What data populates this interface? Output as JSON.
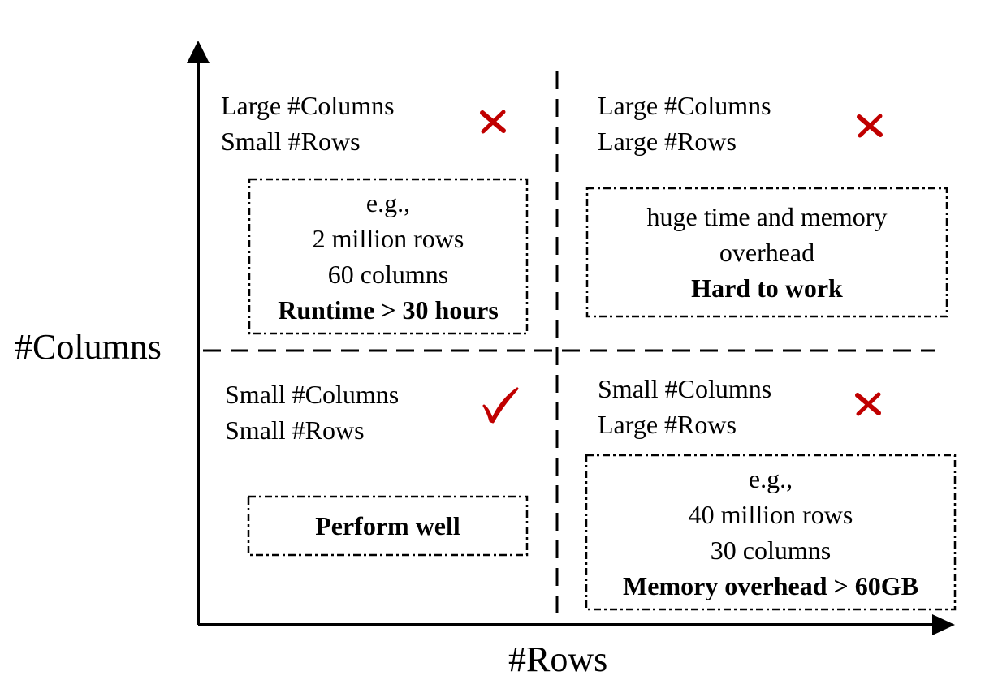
{
  "axes": {
    "y_title": "#Columns",
    "x_title": "#Rows"
  },
  "quadrants": {
    "top_left": {
      "line1": "Large #Columns",
      "line2": "Small #Rows",
      "status": "cross-icon",
      "box": [
        "e.g.,",
        "2 million rows",
        "60 columns"
      ],
      "box_bold": "Runtime > 30 hours"
    },
    "top_right": {
      "line1": "Large #Columns",
      "line2": "Large #Rows",
      "status": "cross-icon",
      "box": [
        "huge time and memory",
        "overhead"
      ],
      "box_bold": "Hard to work"
    },
    "bottom_left": {
      "line1": "Small #Columns",
      "line2": "Small #Rows",
      "status": "check-icon",
      "box": [],
      "box_bold": "Perform well"
    },
    "bottom_right": {
      "line1": "Small #Columns",
      "line2": "Large #Rows",
      "status": "cross-icon",
      "box": [
        "e.g.,",
        "40 million rows",
        "30 columns"
      ],
      "box_bold": "Memory overhead > 60GB"
    }
  },
  "colors": {
    "mark": "#c00000",
    "line": "#000000"
  }
}
